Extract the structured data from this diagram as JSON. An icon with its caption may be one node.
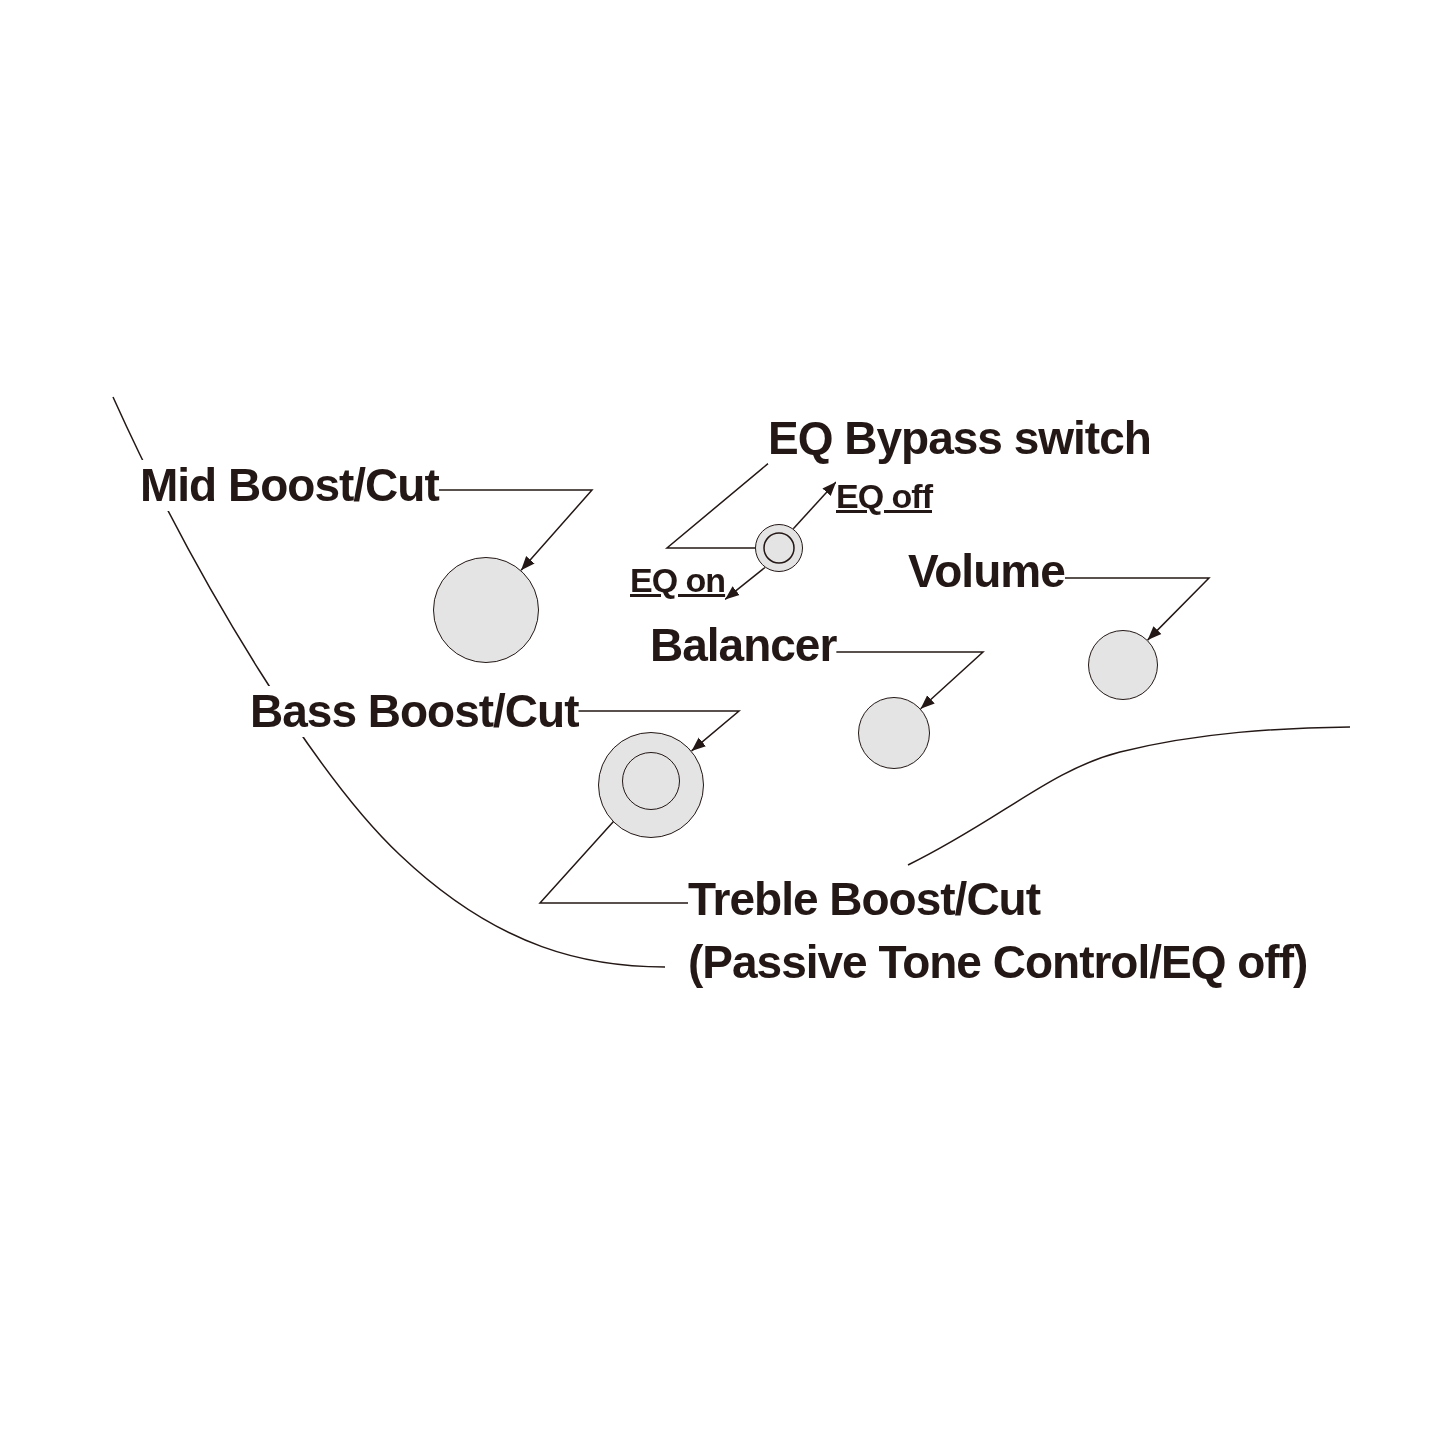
{
  "diagram": {
    "nodes": [
      {
        "text": [
          "Mid Boost/Cut"
        ]
      },
      {
        "text": [],
        "shape": "circle"
      },
      {
        "text": [
          "EQ Bypass switch"
        ]
      },
      {
        "text": [],
        "shape": "circle"
      },
      {
        "text": [
          "EQ off"
        ]
      },
      {
        "text": [
          "EQ on"
        ]
      },
      {
        "text": [
          "Volume"
        ]
      },
      {
        "text": [],
        "shape": "circle"
      },
      {
        "text": [
          "Balancer"
        ]
      },
      {
        "text": [],
        "shape": "circle"
      },
      {
        "text": [
          "Bass Boost/Cut"
        ]
      },
      {
        "text": [],
        "shape": "circle"
      },
      {
        "text": [
          "Treble Boost/Cut",
          "(Passive Tone Control/EQ off)"
        ]
      },
      {
        "text": [],
        "shape": "circle",
        "in": 11
      }
    ],
    "edges": [
      {
        "from": 0,
        "to": 1,
        "arrow": "to"
      },
      {
        "from": 2,
        "to": 3,
        "arrow": "none"
      },
      {
        "from": 3,
        "to": 4,
        "arrow": "to"
      },
      {
        "from": 3,
        "to": 5,
        "arrow": "to"
      },
      {
        "from": 6,
        "to": 7,
        "arrow": "to"
      },
      {
        "from": 8,
        "to": 9,
        "arrow": "to"
      },
      {
        "from": 10,
        "to": 11,
        "arrow": "to"
      },
      {
        "from": 12,
        "to": 13,
        "arrow": "to"
      }
    ]
  }
}
